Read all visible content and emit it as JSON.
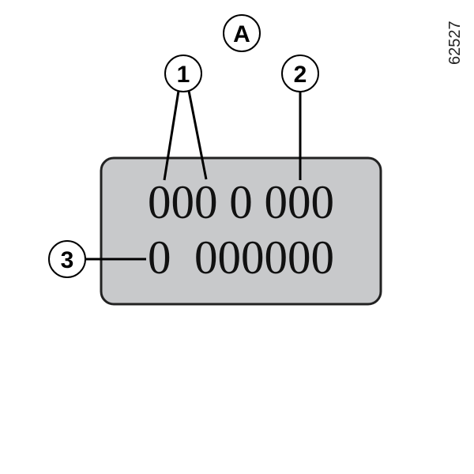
{
  "figure_ref": "62527",
  "callouts": {
    "a": "A",
    "one": "1",
    "two": "2",
    "three": "3"
  },
  "plate": {
    "line1": "000 0 000",
    "line2": "0  000000",
    "background": "#c8c9cb",
    "border": "#222222"
  }
}
